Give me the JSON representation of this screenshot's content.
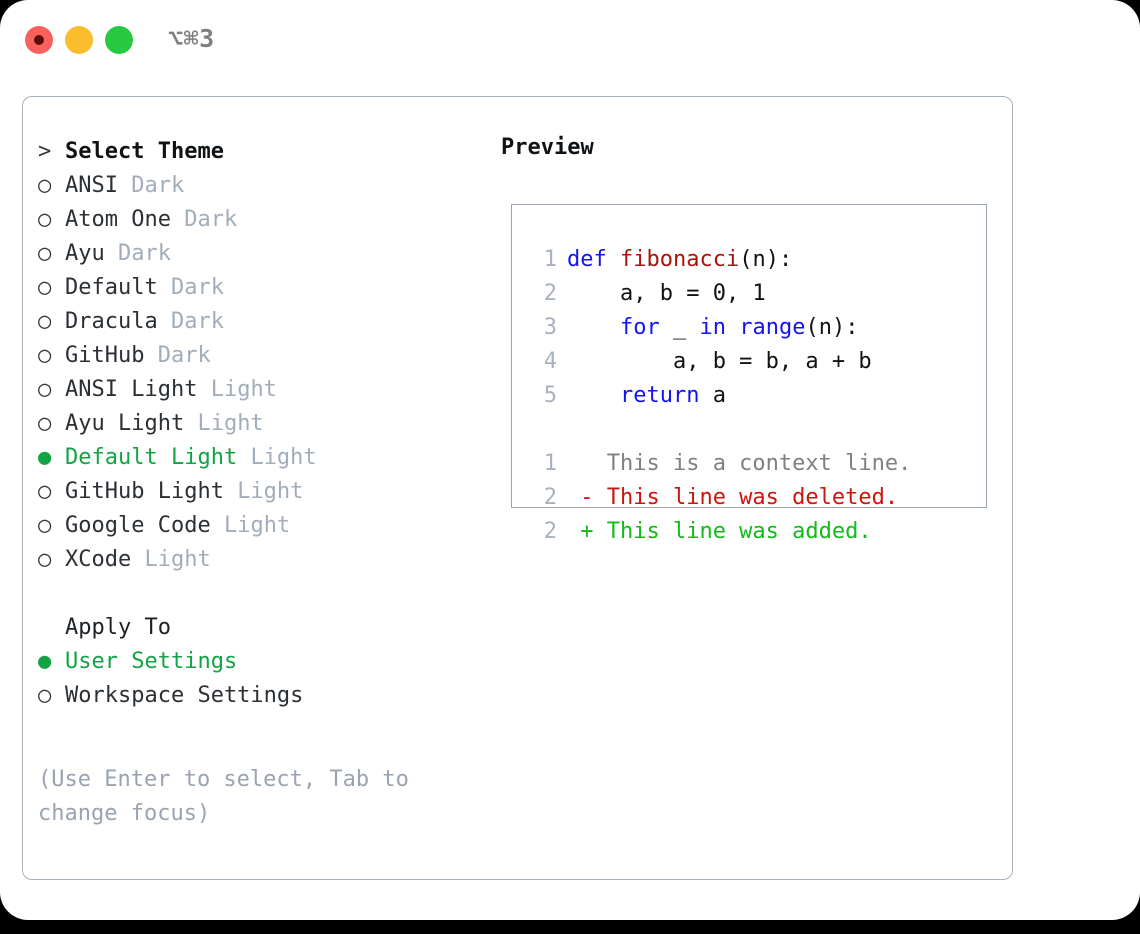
{
  "titlebar": {
    "shortcut": "⌥⌘3",
    "buttons": [
      "close",
      "minimize",
      "maximize"
    ]
  },
  "theme_panel": {
    "heading_marker": ">",
    "heading": "Select Theme",
    "selected_marker": "●",
    "unselected_marker": "○",
    "selected_color": "#12a444",
    "items": [
      {
        "name": "ANSI",
        "variant": "Dark",
        "selected": false
      },
      {
        "name": "Atom One",
        "variant": "Dark",
        "selected": false
      },
      {
        "name": "Ayu",
        "variant": "Dark",
        "selected": false
      },
      {
        "name": "Default",
        "variant": "Dark",
        "selected": false
      },
      {
        "name": "Dracula",
        "variant": "Dark",
        "selected": false
      },
      {
        "name": "GitHub",
        "variant": "Dark",
        "selected": false
      },
      {
        "name": "ANSI Light",
        "variant": "Light",
        "selected": false
      },
      {
        "name": "Ayu Light",
        "variant": "Light",
        "selected": false
      },
      {
        "name": "Default Light",
        "variant": "Light",
        "selected": true
      },
      {
        "name": "GitHub Light",
        "variant": "Light",
        "selected": false
      },
      {
        "name": "Google Code",
        "variant": "Light",
        "selected": false
      },
      {
        "name": "XCode",
        "variant": "Light",
        "selected": false
      }
    ]
  },
  "apply_to": {
    "label": "Apply To",
    "options": [
      {
        "name": "User Settings",
        "selected": true
      },
      {
        "name": "Workspace Settings",
        "selected": false
      }
    ]
  },
  "hint": "(Use Enter to select, Tab to change focus)",
  "preview": {
    "title": "Preview",
    "code_lines": [
      {
        "num": "1",
        "tokens": [
          {
            "t": "def",
            "c": "kw"
          },
          {
            "t": " ",
            "c": "pl"
          },
          {
            "t": "fibonacci",
            "c": "fn"
          },
          {
            "t": "(n):",
            "c": "pl"
          }
        ]
      },
      {
        "num": "2",
        "tokens": [
          {
            "t": "    a, b = 0, 1",
            "c": "pl"
          }
        ]
      },
      {
        "num": "3",
        "tokens": [
          {
            "t": "    ",
            "c": "pl"
          },
          {
            "t": "for",
            "c": "kw"
          },
          {
            "t": " _ ",
            "c": "pl"
          },
          {
            "t": "in",
            "c": "kw"
          },
          {
            "t": " ",
            "c": "pl"
          },
          {
            "t": "range",
            "c": "bi"
          },
          {
            "t": "(n):",
            "c": "pl"
          }
        ]
      },
      {
        "num": "4",
        "tokens": [
          {
            "t": "        a, b = b, a + b",
            "c": "pl"
          }
        ]
      },
      {
        "num": "5",
        "tokens": [
          {
            "t": "    ",
            "c": "pl"
          },
          {
            "t": "return",
            "c": "kw"
          },
          {
            "t": " a",
            "c": "pl"
          }
        ]
      }
    ],
    "diff_lines": [
      {
        "num": "1",
        "sign": " ",
        "text": "This is a context line.",
        "kind": "ctx"
      },
      {
        "num": "2",
        "sign": "-",
        "text": "This line was deleted.",
        "kind": "del"
      },
      {
        "num": "2",
        "sign": "+",
        "text": "This line was added.",
        "kind": "add"
      }
    ]
  },
  "colors": {
    "selected_green": "#12a444",
    "diff_add": "#11bb18",
    "diff_delete": "#cc1410",
    "keyword": "#1414ee",
    "function": "#a81410",
    "muted": "#9aa3b0",
    "border": "#a8b2bd"
  }
}
